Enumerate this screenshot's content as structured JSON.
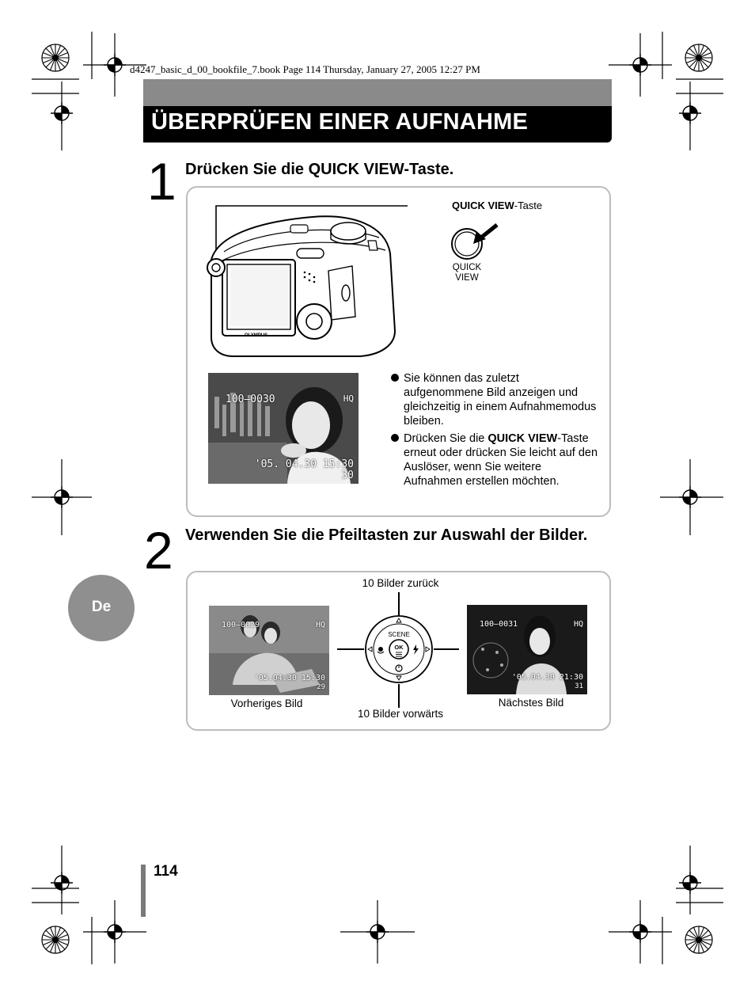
{
  "header": {
    "book_info": "d4247_basic_d_00_bookfile_7.book  Page 114  Thursday, January 27, 2005  12:27 PM"
  },
  "title": "ÜBERPRÜFEN EINER AUFNAHME",
  "step1": {
    "number": "1",
    "title": "Drücken Sie die QUICK VIEW-Taste.",
    "callout_bold": "QUICK VIEW",
    "callout_rest": "-Taste",
    "button_label_1": "QUICK",
    "button_label_2": "VIEW",
    "camera_brand": "OLYMPUS",
    "lcd": {
      "file_no": "100–0030",
      "quality": "HQ",
      "datetime": "'05. 04.30 15:30",
      "frame": "30"
    },
    "bullet_1": "Sie können das zuletzt aufgenommene Bild anzeigen und gleichzeitig in einem Aufnahmemodus bleiben.",
    "bullet_2_pre": "Drücken Sie die ",
    "bullet_2_bold": "QUICK VIEW",
    "bullet_2_post": "-Taste erneut oder drücken Sie leicht auf den Auslöser, wenn Sie weitere Aufnahmen erstellen möchten."
  },
  "step2": {
    "number": "2",
    "title": "Verwenden Sie die Pfeiltasten zur Auswahl der Bilder.",
    "label_up": "10 Bilder zurück",
    "label_down": "10 Bilder vorwärts",
    "label_left": "Vorheriges Bild",
    "label_right": "Nächstes Bild",
    "dial_scene": "SCENE",
    "dial_ok": "OK",
    "prev_lcd": {
      "file_no": "100–0029",
      "quality": "HQ",
      "datetime": "'05.04.30 15:30",
      "frame": "29"
    },
    "next_lcd": {
      "file_no": "100–0031",
      "quality": "HQ",
      "datetime": "'05.04.30 21:30",
      "frame": "31"
    }
  },
  "language_tab": "De",
  "page_number": "114",
  "colors": {
    "title_bg": "#000000",
    "title_top": "#8a8a8a",
    "tab": "#8f8f8f",
    "panel_border": "#bdbdbd"
  },
  "icons": [
    "registration-mark-icon",
    "color-wheel-icon",
    "arrow-icon",
    "macro-flower-icon",
    "flash-icon",
    "self-timer-icon",
    "menu-icon"
  ]
}
